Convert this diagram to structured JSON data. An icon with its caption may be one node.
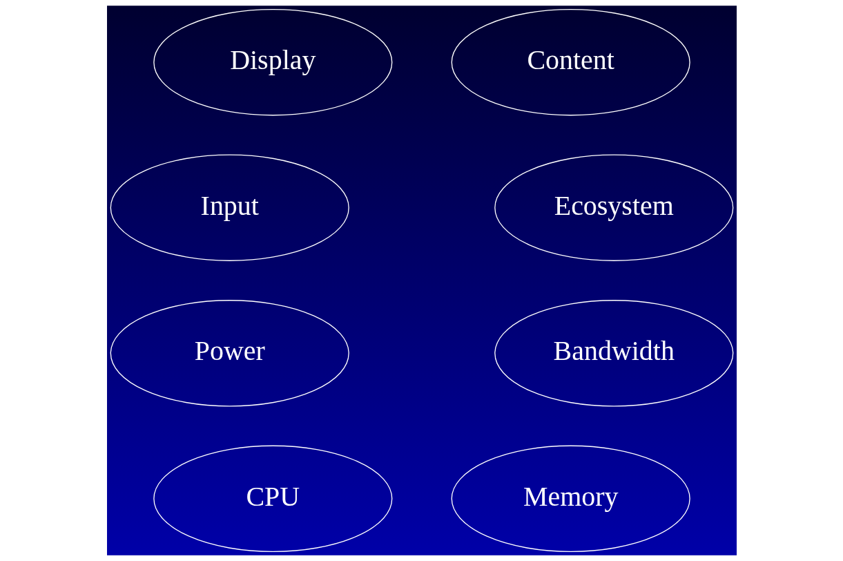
{
  "diagram": {
    "nodes": [
      {
        "text": [
          "Display"
        ]
      },
      {
        "text": [
          "Content"
        ]
      },
      {
        "text": [
          "Input"
        ]
      },
      {
        "text": [
          "Ecosystem"
        ]
      },
      {
        "text": [
          "Power"
        ]
      },
      {
        "text": [
          "Bandwidth"
        ]
      },
      {
        "text": [
          "CPU"
        ]
      },
      {
        "text": [
          "Memory"
        ]
      }
    ]
  }
}
